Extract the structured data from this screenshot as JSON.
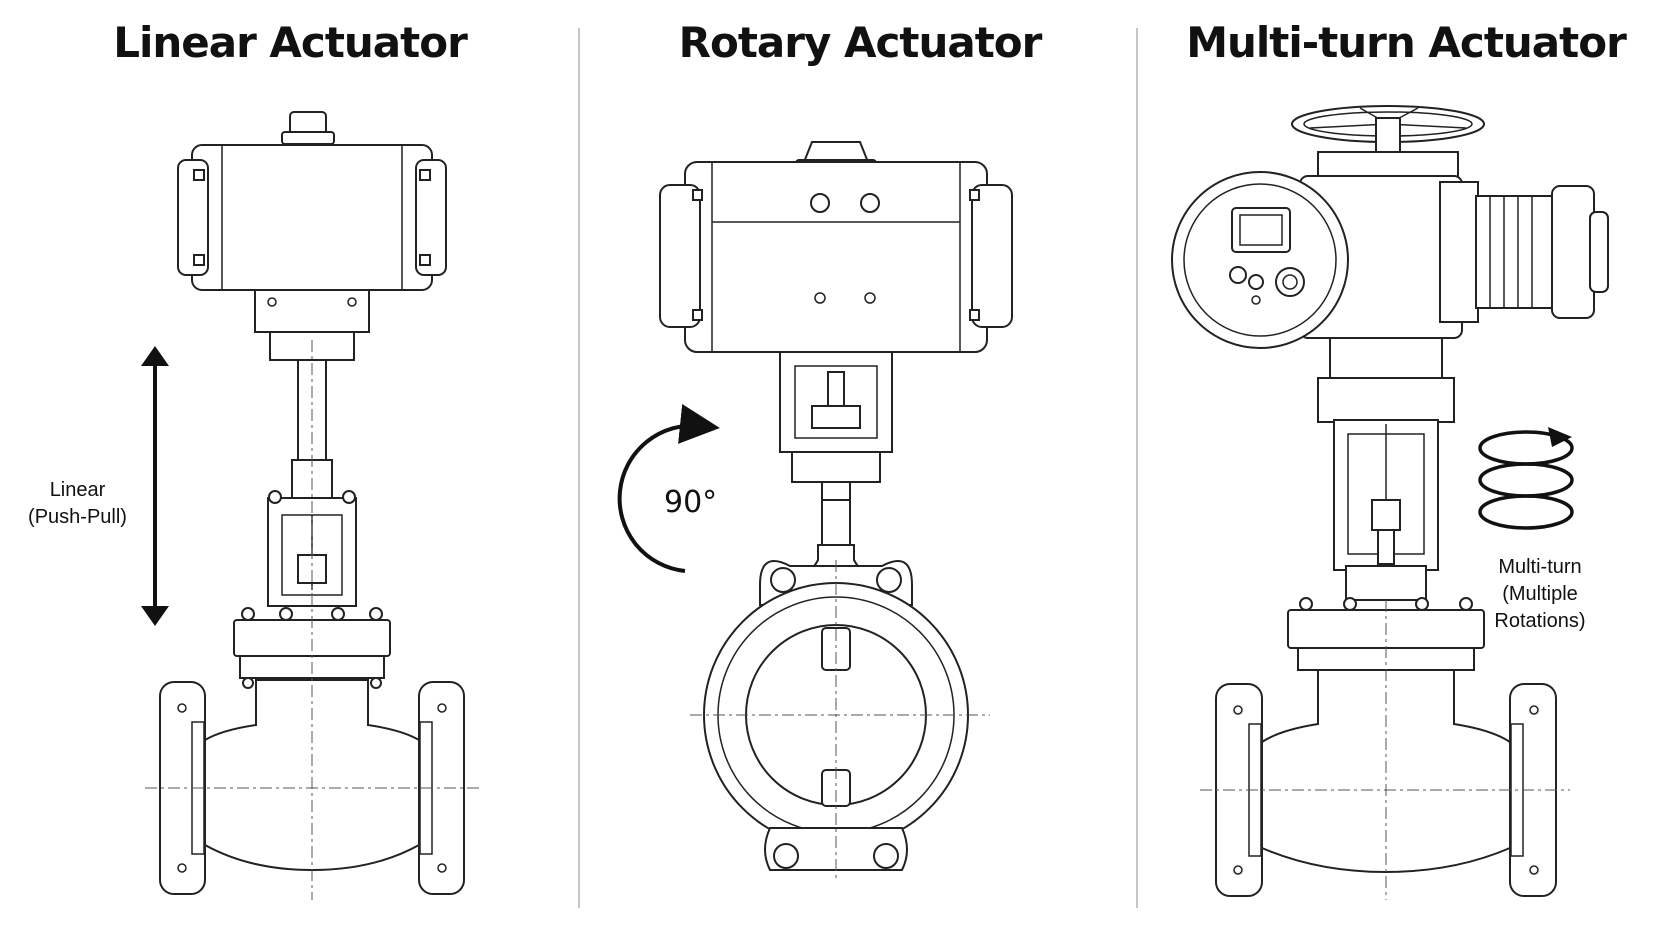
{
  "panels": [
    {
      "title": "Linear Actuator",
      "label_line1": "Linear",
      "label_line2": "(Push-Pull)",
      "icon": "vertical-double-arrow-icon"
    },
    {
      "title": "Rotary Actuator",
      "angle": "90°",
      "icon": "curved-arrow-icon"
    },
    {
      "title": "Multi-turn Actuator",
      "label_line1": "Multi-turn",
      "label_line2": "(Multiple",
      "label_line3": "Rotations)",
      "icon": "spiral-arrow-icon"
    }
  ]
}
